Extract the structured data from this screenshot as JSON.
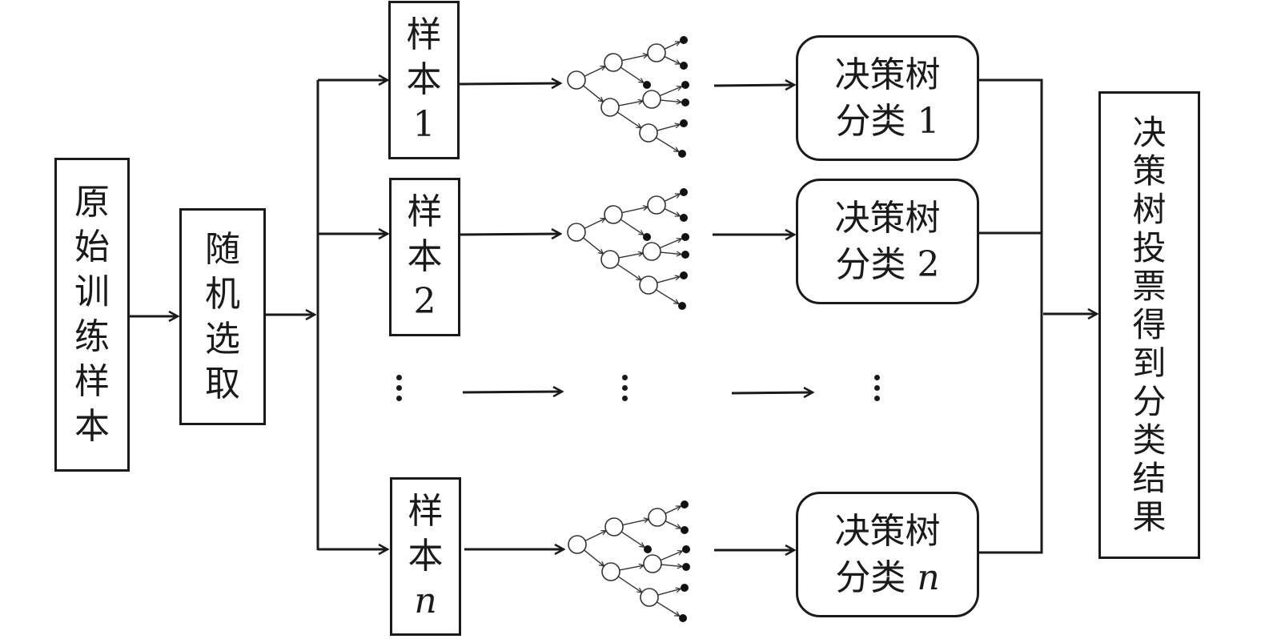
{
  "diagram": {
    "source": {
      "chars": [
        "原",
        "始",
        "训",
        "练",
        "样",
        "本"
      ]
    },
    "random": {
      "chars": [
        "随",
        "机",
        "选",
        "取"
      ]
    },
    "samples": [
      {
        "line1": "样",
        "line2": "本",
        "index": "1",
        "index_italic": false
      },
      {
        "line1": "样",
        "line2": "本",
        "index": "2",
        "index_italic": false
      },
      {
        "line1": "样",
        "line2": "本",
        "index": "n",
        "index_italic": true
      }
    ],
    "classifiers": [
      {
        "line1": "决策树",
        "line2": "分类",
        "index": "1",
        "index_italic": false
      },
      {
        "line1": "决策树",
        "line2": "分类",
        "index": "2",
        "index_italic": false
      },
      {
        "line1": "决策树",
        "line2": "分类",
        "index": "n",
        "index_italic": true
      }
    ],
    "result": {
      "chars": [
        "决",
        "策",
        "树",
        "投",
        "票",
        "得",
        "到",
        "分",
        "类",
        "结",
        "果"
      ]
    },
    "ellipsis_symbol": "⋮",
    "tree_icon": "decision-tree-icon",
    "colors": {
      "stroke": "#1a1a1a",
      "background": "#ffffff"
    }
  }
}
